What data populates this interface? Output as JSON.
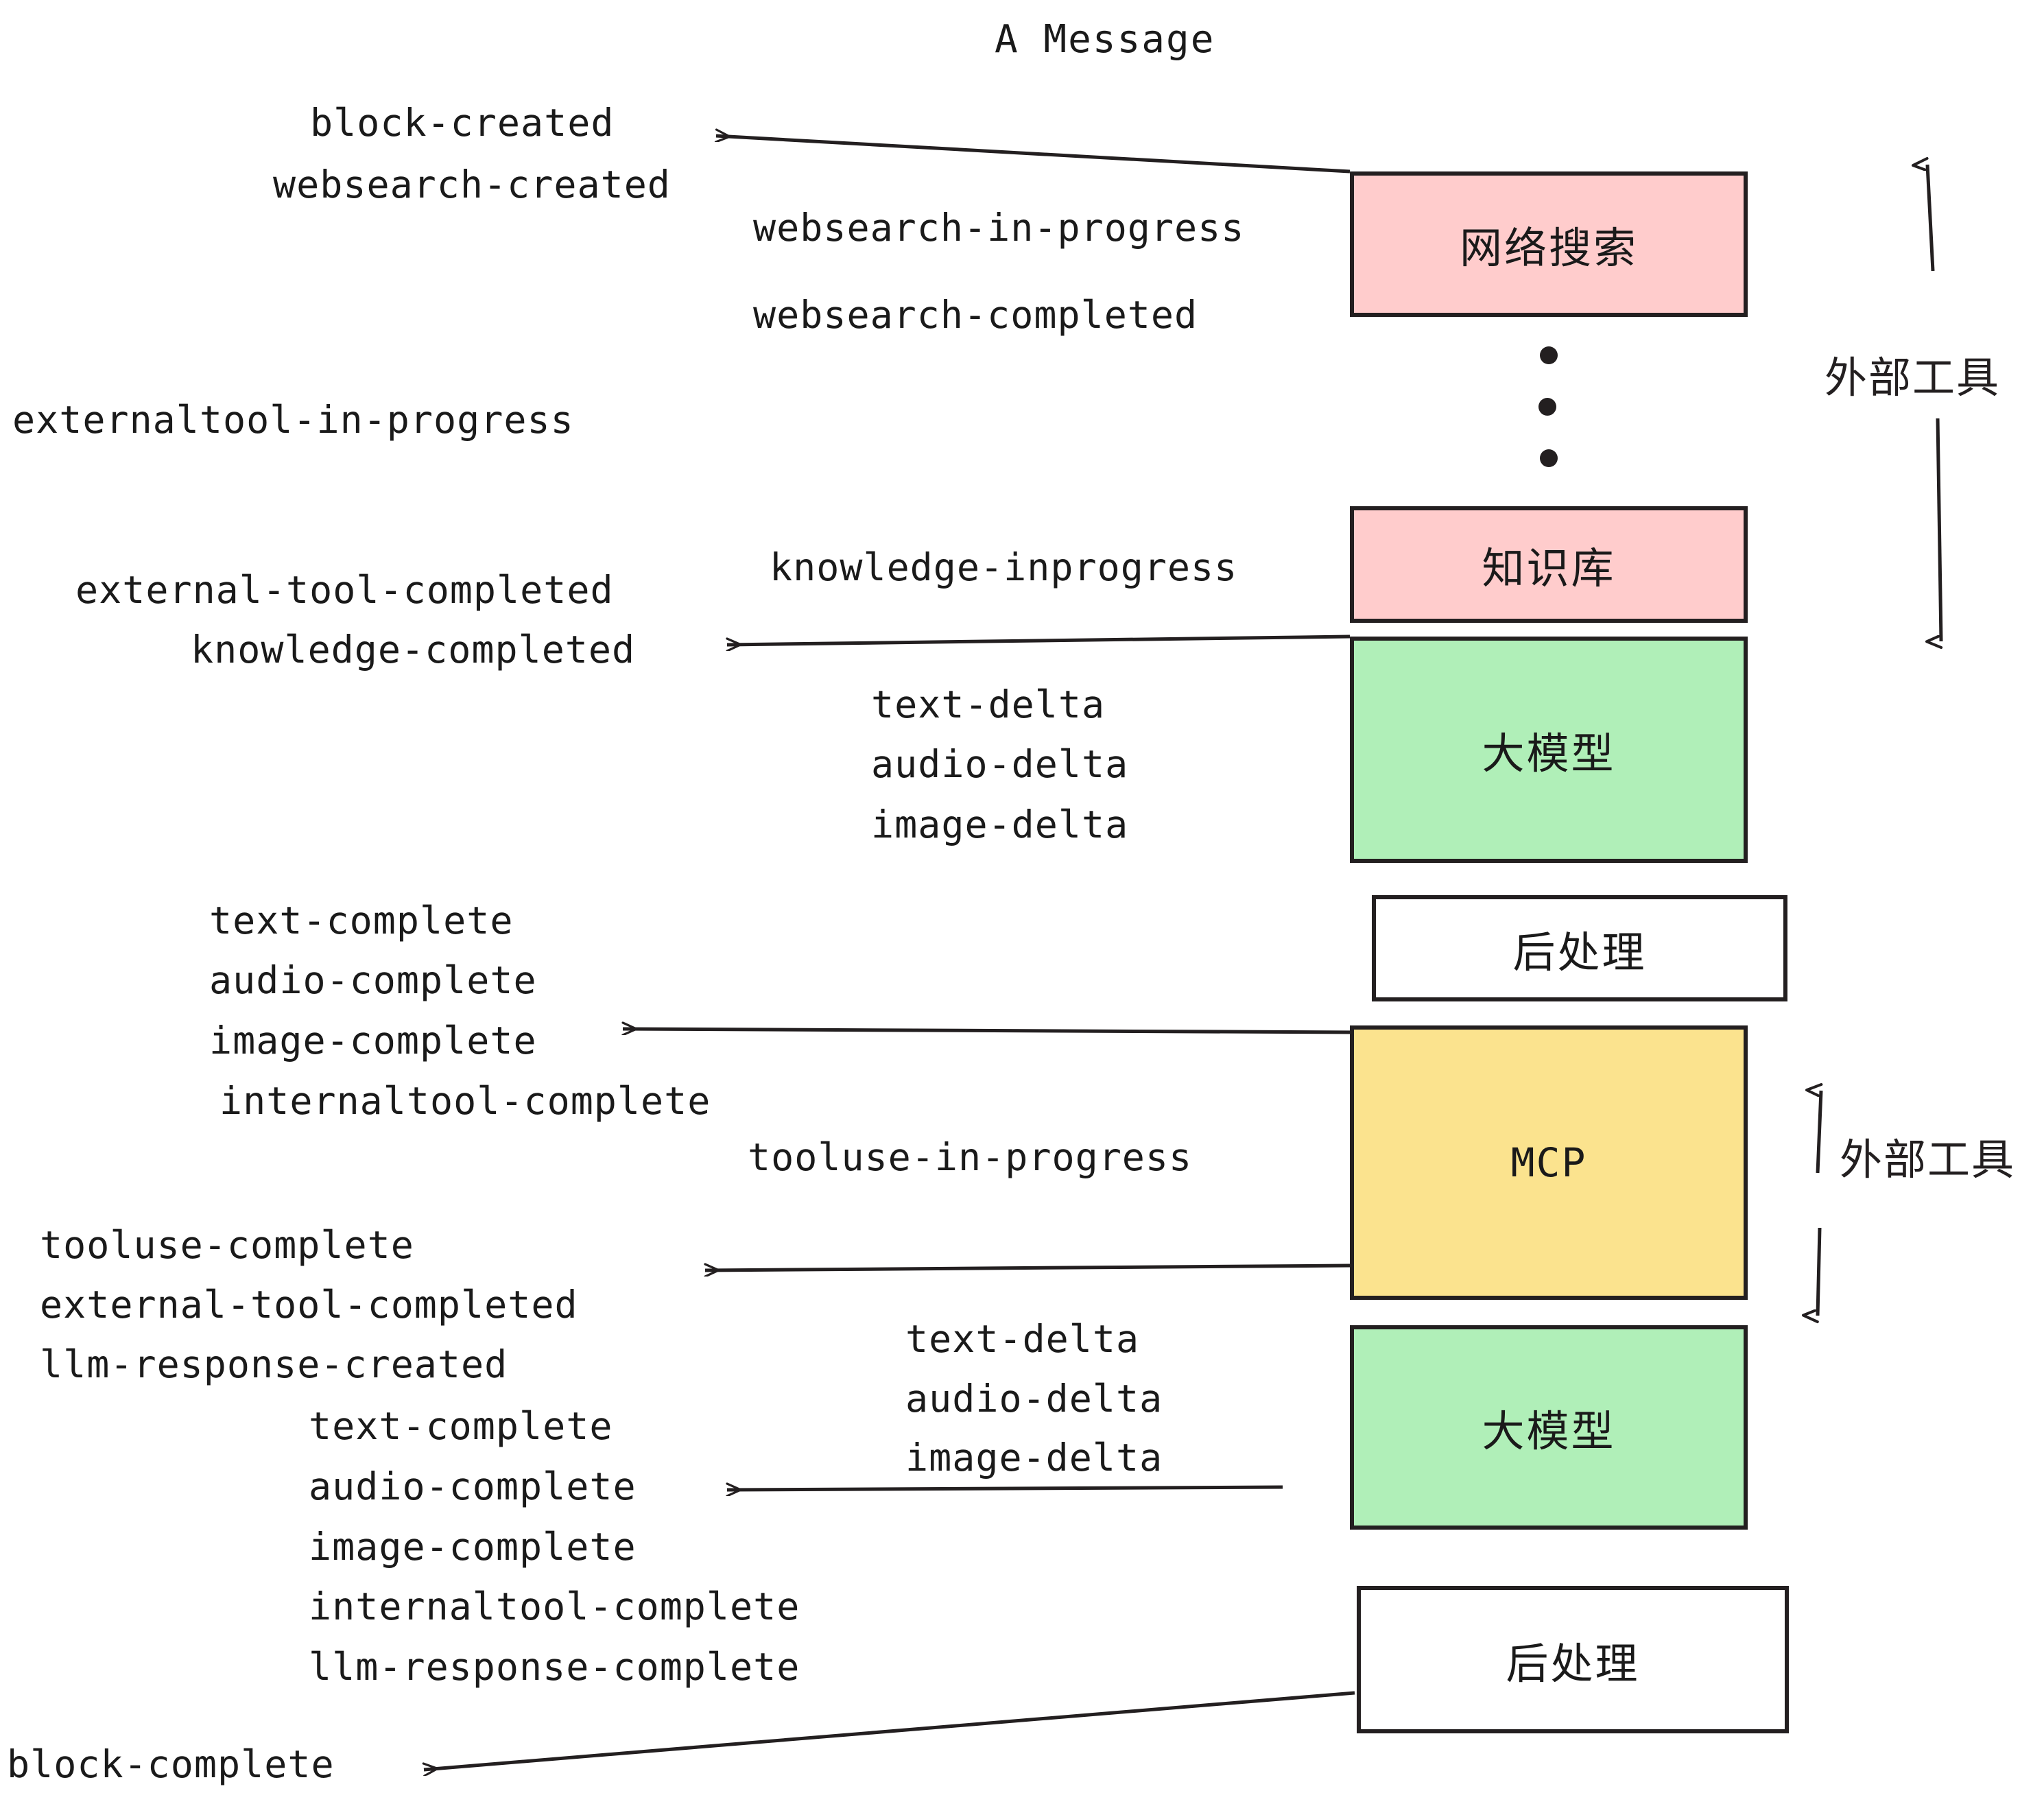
{
  "title": "A Message",
  "colors": {
    "pink": "#ffcccc",
    "green": "#b0efb8",
    "yellow": "#fbe38e",
    "white": "#ffffff",
    "stroke": "#231f20",
    "text": "#1a1a1a"
  },
  "boxes": [
    {
      "id": "websearch",
      "label": "网络搜索",
      "fill": "#ffcccc",
      "mono": false
    },
    {
      "id": "knowledge",
      "label": "知识库",
      "fill": "#ffcccc",
      "mono": false
    },
    {
      "id": "llm-1",
      "label": "大模型",
      "fill": "#b0efb8",
      "mono": false
    },
    {
      "id": "postprocess-1",
      "label": "后处理",
      "fill": "#ffffff",
      "mono": false
    },
    {
      "id": "mcp",
      "label": "MCP",
      "fill": "#fbe38e",
      "mono": true
    },
    {
      "id": "llm-2",
      "label": "大模型",
      "fill": "#b0efb8",
      "mono": false
    },
    {
      "id": "postprocess-2",
      "label": "后处理",
      "fill": "#ffffff",
      "mono": false
    }
  ],
  "side_labels": [
    {
      "id": "external-tools-top",
      "label": "外部工具"
    },
    {
      "id": "external-tools-bottom",
      "label": "外部工具"
    }
  ],
  "events": [
    {
      "id": "block-created",
      "text": "block-created"
    },
    {
      "id": "websearch-created",
      "text": "websearch-created"
    },
    {
      "id": "websearch-in-progress",
      "text": "websearch-in-progress"
    },
    {
      "id": "websearch-completed",
      "text": "websearch-completed"
    },
    {
      "id": "externaltool-in-progress",
      "text": "externaltool-in-progress"
    },
    {
      "id": "knowledge-inprogress",
      "text": "knowledge-inprogress"
    },
    {
      "id": "external-tool-completed-1",
      "text": "external-tool-completed"
    },
    {
      "id": "knowledge-completed",
      "text": "knowledge-completed"
    },
    {
      "id": "text-delta-1",
      "text": "text-delta"
    },
    {
      "id": "audio-delta-1",
      "text": "audio-delta"
    },
    {
      "id": "image-delta-1",
      "text": "image-delta"
    },
    {
      "id": "text-complete-1",
      "text": "text-complete"
    },
    {
      "id": "audio-complete-1",
      "text": "audio-complete"
    },
    {
      "id": "image-complete-1",
      "text": "image-complete"
    },
    {
      "id": "internaltool-complete-1",
      "text": "internaltool-complete"
    },
    {
      "id": "tooluse-in-progress",
      "text": "tooluse-in-progress"
    },
    {
      "id": "tooluse-complete",
      "text": "tooluse-complete"
    },
    {
      "id": "external-tool-completed-2",
      "text": "external-tool-completed"
    },
    {
      "id": "llm-response-created",
      "text": "llm-response-created"
    },
    {
      "id": "text-delta-2",
      "text": "text-delta"
    },
    {
      "id": "audio-delta-2",
      "text": "audio-delta"
    },
    {
      "id": "image-delta-2",
      "text": "image-delta"
    },
    {
      "id": "text-complete-2",
      "text": "text-complete"
    },
    {
      "id": "audio-complete-2",
      "text": "audio-complete"
    },
    {
      "id": "image-complete-2",
      "text": "image-complete"
    },
    {
      "id": "internaltool-complete-2",
      "text": "internaltool-complete"
    },
    {
      "id": "llm-response-complete",
      "text": "llm-response-complete"
    },
    {
      "id": "block-complete",
      "text": "block-complete"
    }
  ]
}
